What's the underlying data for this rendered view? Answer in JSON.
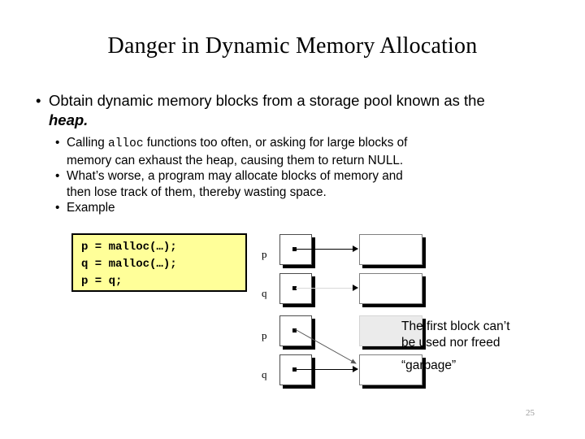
{
  "slide": {
    "title": "Danger in Dynamic Memory Allocation",
    "page_number": "25"
  },
  "bullets": {
    "level1": {
      "marker": "•",
      "text_before": "Obtain dynamic memory blocks from a storage pool known as the ",
      "emphasis": "heap."
    },
    "level2": [
      {
        "marker": "•",
        "line1_before": "Calling ",
        "line1_code": "alloc",
        "line1_after": " functions too often, or asking for large blocks of",
        "line2": "memory can exhaust the heap, causing them to return NULL."
      },
      {
        "marker": "•",
        "line1": "What’s worse, a program may allocate blocks of memory and",
        "line2": "then lose track of them, thereby wasting space."
      },
      {
        "marker": "•",
        "line1": "Example"
      }
    ]
  },
  "code_box": {
    "background_color": "#ffff99",
    "border_color": "#000000",
    "lines": [
      "p = malloc(…);",
      "q = malloc(…);",
      "p = q;"
    ]
  },
  "diagram": {
    "state_before": {
      "rows": [
        {
          "pointer_label": "p",
          "points_to_block": true
        },
        {
          "pointer_label": "q",
          "points_to_block": true
        }
      ]
    },
    "state_after": {
      "rows": [
        {
          "pointer_label": "p",
          "points_to_block": false,
          "block_state": "garbage"
        },
        {
          "pointer_label": "q",
          "points_to_block": true,
          "block_state": "live"
        }
      ]
    },
    "garbage_block_color": "#ebebeb"
  },
  "annotations": {
    "note_line1": "The first block can’t",
    "note_line2": "be used nor freed",
    "garbage_label": "“garbage”"
  }
}
